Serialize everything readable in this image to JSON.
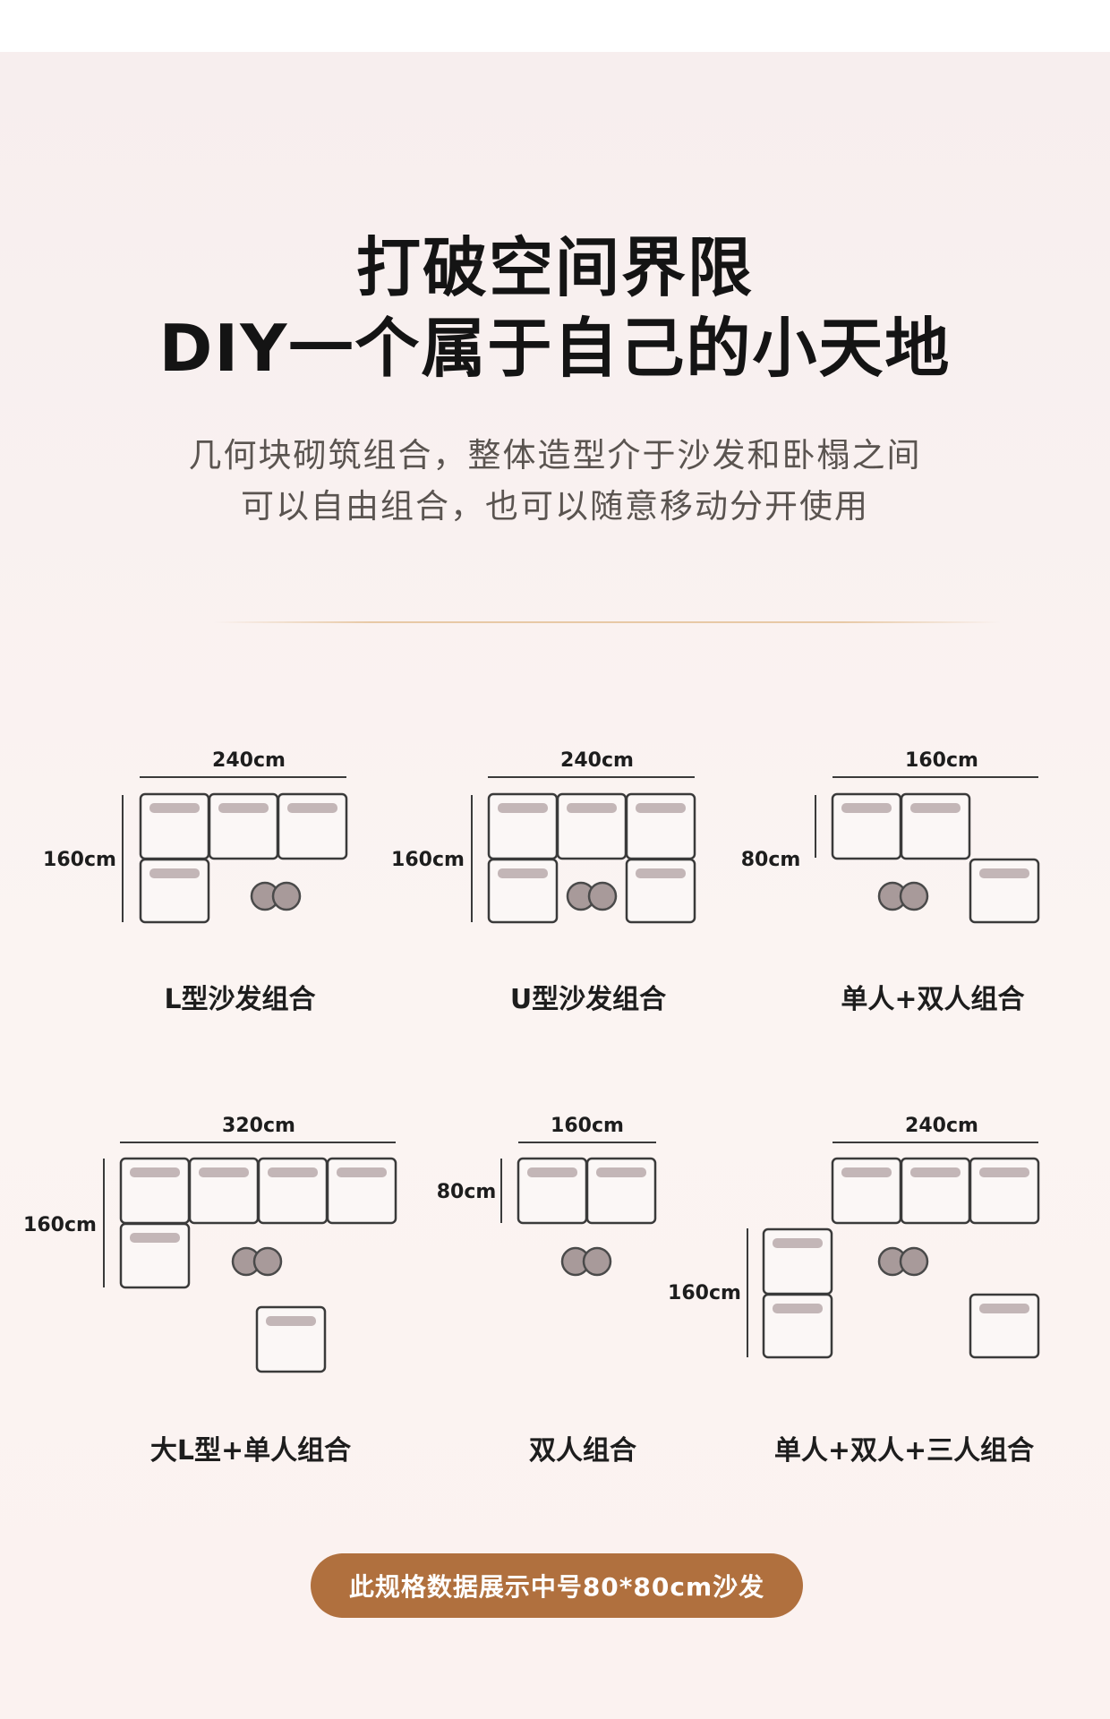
{
  "headline": {
    "line1": "打破空间界限",
    "line2": "DIY一个属于自己的小天地"
  },
  "subtitle": {
    "line1": "几何块砌筑组合，整体造型介于沙发和卧榻之间",
    "line2": "可以自由组合，也可以随意移动分开使用"
  },
  "combos": [
    {
      "caption": "L型沙发组合",
      "width_label": "240cm",
      "height_label": "160cm"
    },
    {
      "caption": "U型沙发组合",
      "width_label": "240cm",
      "height_label": "160cm"
    },
    {
      "caption": "单人+双人组合",
      "width_label": "160cm",
      "height_label": "80cm"
    },
    {
      "caption": "大L型+单人组合",
      "width_label": "320cm",
      "height_label": "160cm"
    },
    {
      "caption": "双人组合",
      "width_label": "160cm",
      "height_label": "80cm"
    },
    {
      "caption": "单人+双人+三人组合",
      "width_label": "240cm",
      "height_label": "160cm"
    }
  ],
  "note": "此规格数据展示中号80*80cm沙发",
  "colors": {
    "background": "#f7eeee",
    "pill": "#b0703e",
    "seat_back": "#c3b6b7",
    "ball": "#a89a9a"
  }
}
